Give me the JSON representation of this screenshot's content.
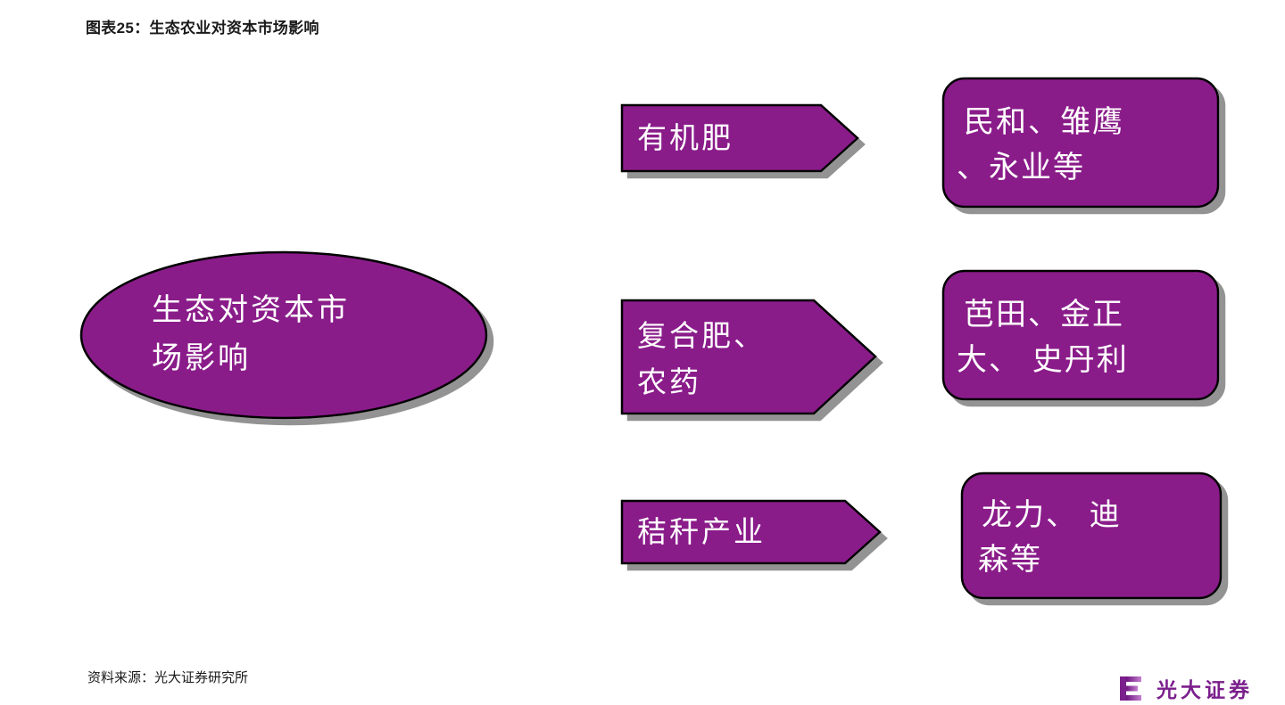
{
  "title": "图表25：生态农业对资本市场影响",
  "colors": {
    "shape_fill": "#8A1A8A",
    "shape_stroke": "#000000",
    "shape_shadow": "#808080",
    "shape_text": "#FFFFFF",
    "title_text": "#1A1A1A",
    "brand_purple": "#7B1F8C"
  },
  "diagram": {
    "root": {
      "id": "root-ellipse",
      "shape": "ellipse",
      "lines": [
        "生态对资本市",
        "场影响"
      ],
      "text": "生态对资本市场影响"
    },
    "branches": [
      {
        "id": "branch-organic-fertilizer",
        "arrow": {
          "shape": "right-arrow-pentagon",
          "lines": [
            "有机肥"
          ],
          "text": "有机肥"
        },
        "company_box": {
          "shape": "rounded-rectangle",
          "lines": [
            "民和、雏鹰",
            "、永业等"
          ],
          "text": "民和、雏鹰、永业等"
        }
      },
      {
        "id": "branch-compound-fertilizer-pesticide",
        "arrow": {
          "shape": "right-arrow-pentagon",
          "lines": [
            "复合肥、",
            "农药"
          ],
          "text": "复合肥、农药"
        },
        "company_box": {
          "shape": "rounded-rectangle",
          "lines": [
            "芭田、金正",
            "大、 史丹利"
          ],
          "text": "芭田、金正大、史丹利"
        }
      },
      {
        "id": "branch-straw-industry",
        "arrow": {
          "shape": "right-arrow-pentagon",
          "lines": [
            "秸秆产业"
          ],
          "text": "秸秆产业"
        },
        "company_box": {
          "shape": "rounded-rectangle",
          "lines": [
            "龙力、 迪",
            "森等"
          ],
          "text": "龙力、迪森等"
        }
      }
    ]
  },
  "footer": {
    "source": "资料来源：光大证券研究所",
    "brand": "光大证券",
    "brand_mark_icon": "everbright-e-logo-icon"
  }
}
